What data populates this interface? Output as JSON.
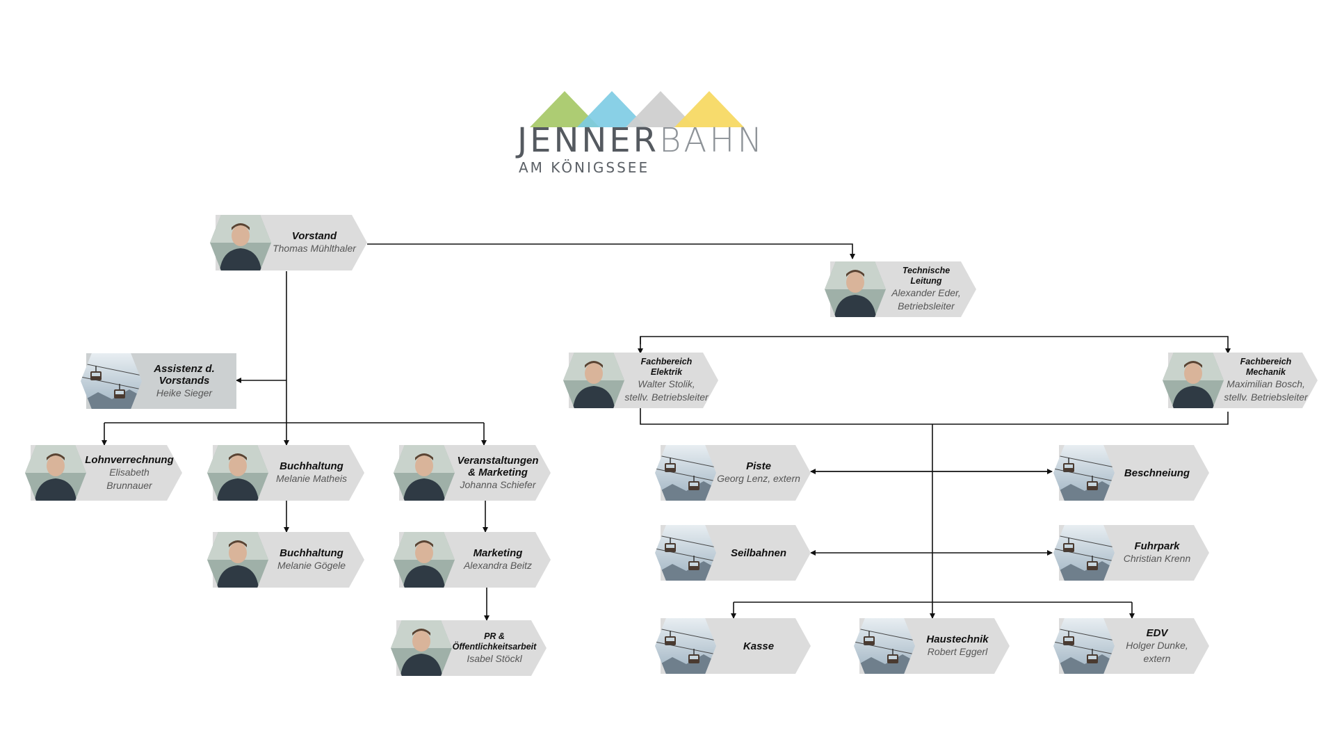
{
  "logo": {
    "word_part1": "JENNER",
    "word_part2": "BAHN",
    "subtitle": "AM KÖNIGSSEE",
    "colors": [
      "#a9c96b",
      "#7ccbe3",
      "#cfcfcf",
      "#f7d964"
    ]
  },
  "nodes": {
    "vorstand": {
      "title": "Vorstand",
      "name": "Thomas Mühlthaler",
      "photo": "person-photo"
    },
    "technische_leitung": {
      "title": "Technische Leitung",
      "name": "Alexander Eder,",
      "name2": "Betriebsleiter",
      "photo": "person-photo"
    },
    "assistenz": {
      "title": "Assistenz d. Vorstands",
      "name": "Heike Sieger",
      "photo": "gondola-icon"
    },
    "elektrik": {
      "title": "Fachbereich Elektrik",
      "name": "Walter Stolik,",
      "name2": "stellv. Betriebsleiter",
      "photo": "person-photo"
    },
    "mechanik": {
      "title": "Fachbereich Mechanik",
      "name": "Maximilian Bosch,",
      "name2": "stellv. Betriebsleiter",
      "photo": "person-photo"
    },
    "lohnverrechnung": {
      "title": "Lohnverrechnung",
      "name": "Elisabeth Brunnauer",
      "photo": "person-photo"
    },
    "buchhaltung1": {
      "title": "Buchhaltung",
      "name": "Melanie Matheis",
      "photo": "person-photo"
    },
    "buchhaltung2": {
      "title": "Buchhaltung",
      "name": "Melanie Gögele",
      "photo": "person-photo"
    },
    "veranstaltungen": {
      "title": "Veranstaltungen & Marketing",
      "name": "Johanna Schiefer",
      "photo": "person-photo"
    },
    "marketing": {
      "title": "Marketing",
      "name": "Alexandra Beitz",
      "photo": "person-photo"
    },
    "pr": {
      "title": "PR & Öffentlichkeitsarbeit",
      "name": "Isabel Stöckl",
      "photo": "person-photo"
    },
    "piste": {
      "title": "Piste",
      "name": "Georg Lenz, extern",
      "photo": "gondola-icon"
    },
    "beschneiung": {
      "title": "Beschneiung",
      "name": "",
      "photo": "gondola-icon"
    },
    "seilbahnen": {
      "title": "Seilbahnen",
      "name": "",
      "photo": "gondola-icon"
    },
    "fuhrpark": {
      "title": "Fuhrpark",
      "name": "Christian Krenn",
      "photo": "gondola-icon"
    },
    "kasse": {
      "title": "Kasse",
      "name": "",
      "photo": "gondola-icon"
    },
    "haustechnik": {
      "title": "Haustechnik",
      "name": "Robert Eggerl",
      "photo": "gondola-icon"
    },
    "edv": {
      "title": "EDV",
      "name": "Holger Dunke, extern",
      "photo": "gondola-icon"
    }
  }
}
